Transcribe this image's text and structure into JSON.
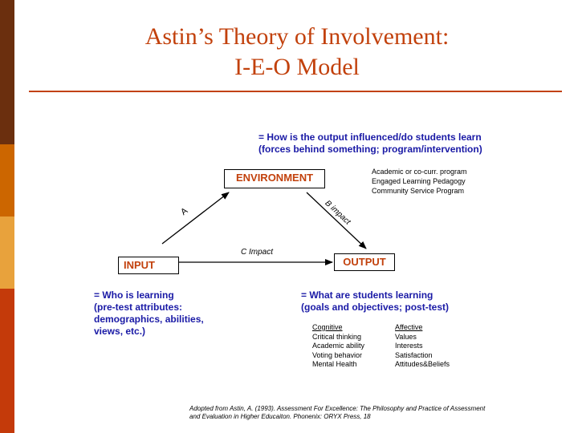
{
  "colors": {
    "bar_top": "#6b2f0e",
    "bar_upper": "#cc6600",
    "bar_middle": "#e8a23c",
    "bar_bottom": "#c43a0a",
    "title": "#c2410c",
    "blue_text": "#1a1aa6"
  },
  "title": {
    "line1": "Astin’s Theory of  Involvement:",
    "line2": "I-E-O Model"
  },
  "top_note": {
    "line1": "= How is the output influenced/do students learn",
    "line2": "(forces behind something; program/intervention)"
  },
  "environment_examples": [
    "Academic or co-curr. program",
    "Engaged Learning Pedagogy",
    "Community Service Program"
  ],
  "boxes": {
    "environment": "ENVIRONMENT",
    "input": "INPUT",
    "output": "OUTPUT"
  },
  "arrow_labels": {
    "a": "A",
    "b": "B   impact",
    "c": "C  Impact"
  },
  "input_note": [
    "= Who is learning",
    "(pre-test attributes:",
    "demographics, abilities,",
    "views, etc.)"
  ],
  "output_note": [
    "= What are students learning",
    "(goals and objectives; post-test)"
  ],
  "outcome_columns": {
    "cognitive": {
      "header": "Cognitive",
      "items": [
        "Critical thinking",
        "Academic ability",
        "Voting behavior",
        "Mental Health"
      ]
    },
    "affective": {
      "header": "Affective",
      "items": [
        "Values",
        "Interests",
        "Satisfaction",
        "Attitudes&Beliefs"
      ]
    }
  },
  "citation": {
    "line1": "Adopted from Astin, A. (1993). Assessment For Excellence: The Philosophy and Practice of Assessment",
    "line2": "and Evaluation in Higher Educaiton. Phonenix: ORYX Press, 18"
  }
}
